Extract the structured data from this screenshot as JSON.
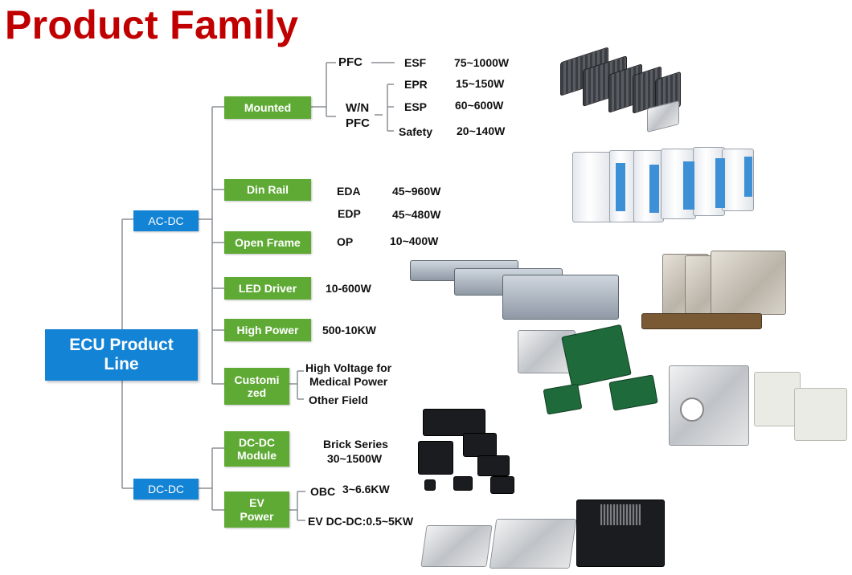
{
  "title": "Product Family",
  "root": {
    "label_line1": "ECU Product",
    "label_line2": "Line"
  },
  "categories": [
    {
      "label": "AC-DC"
    },
    {
      "label": "DC-DC"
    }
  ],
  "acdc": {
    "mounted": {
      "label": "Mounted",
      "pfc": "PFC",
      "wn_pfc_line1": "W/N",
      "wn_pfc_line2": "PFC",
      "items": [
        {
          "model": "ESF",
          "range": "75~1000W"
        },
        {
          "model": "EPR",
          "range": "15~150W"
        },
        {
          "model": "ESP",
          "range": "60~600W"
        },
        {
          "model": "Safety",
          "range": "20~140W"
        }
      ]
    },
    "din_rail": {
      "label": "Din Rail",
      "items": [
        {
          "model": "EDA",
          "range": "45~960W"
        },
        {
          "model": "EDP",
          "range": "45~480W"
        }
      ]
    },
    "open_frame": {
      "label": "Open Frame",
      "model": "OP",
      "range": "10~400W"
    },
    "led_driver": {
      "label": "LED Driver",
      "range": "10-600W"
    },
    "high_power": {
      "label": "High Power",
      "range": "500-10KW"
    },
    "customized": {
      "label_line1": "Customi",
      "label_line2": "zed",
      "items": [
        "High Voltage for",
        "Medical Power",
        "Other Field"
      ]
    }
  },
  "dcdc": {
    "module": {
      "label_line1": "DC-DC",
      "label_line2": "Module",
      "desc_line1": "Brick Series",
      "desc_line2": "30~1500W"
    },
    "ev_power": {
      "label_line1": "EV",
      "label_line2": "Power",
      "obc_model": "OBC",
      "obc_range": "3~6.6KW",
      "dcdc": "EV DC-DC:0.5~5KW"
    }
  },
  "colors": {
    "title": "#c00000",
    "blue": "#1383d6",
    "green": "#5faa35",
    "connector": "#8a8f96"
  }
}
